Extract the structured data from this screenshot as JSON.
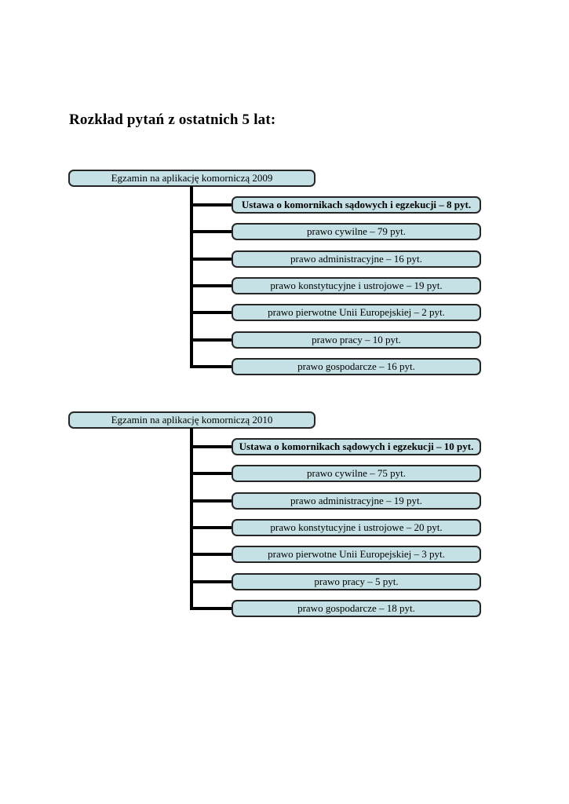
{
  "page": {
    "title": "Rozkład pytań z ostatnich 5 lat:"
  },
  "colors": {
    "box_fill": "#c5e1e5",
    "box_border": "#262626",
    "connector_line": "#000000",
    "page_background": "#ffffff"
  },
  "diagrams": [
    {
      "root": "Egzamin na aplikację komorniczą 2009",
      "children": [
        "Ustawa o komornikach sądowych i egzekucji – 8 pyt.",
        "prawo cywilne – 79 pyt.",
        "prawo administracyjne – 16 pyt.",
        "prawo konstytucyjne i ustrojowe – 19 pyt.",
        "prawo pierwotne Unii Europejskiej – 2 pyt.",
        "prawo pracy – 10 pyt.",
        "prawo gospodarcze – 16 pyt."
      ]
    },
    {
      "root": "Egzamin na aplikację komorniczą 2010",
      "children": [
        "Ustawa o komornikach sądowych i egzekucji – 10 pyt.",
        "prawo cywilne – 75 pyt.",
        "prawo administracyjne – 19 pyt.",
        "prawo konstytucyjne i ustrojowe – 20 pyt.",
        "prawo pierwotne Unii Europejskiej – 3 pyt.",
        "prawo pracy – 5 pyt.",
        "prawo gospodarcze – 18 pyt."
      ]
    }
  ]
}
